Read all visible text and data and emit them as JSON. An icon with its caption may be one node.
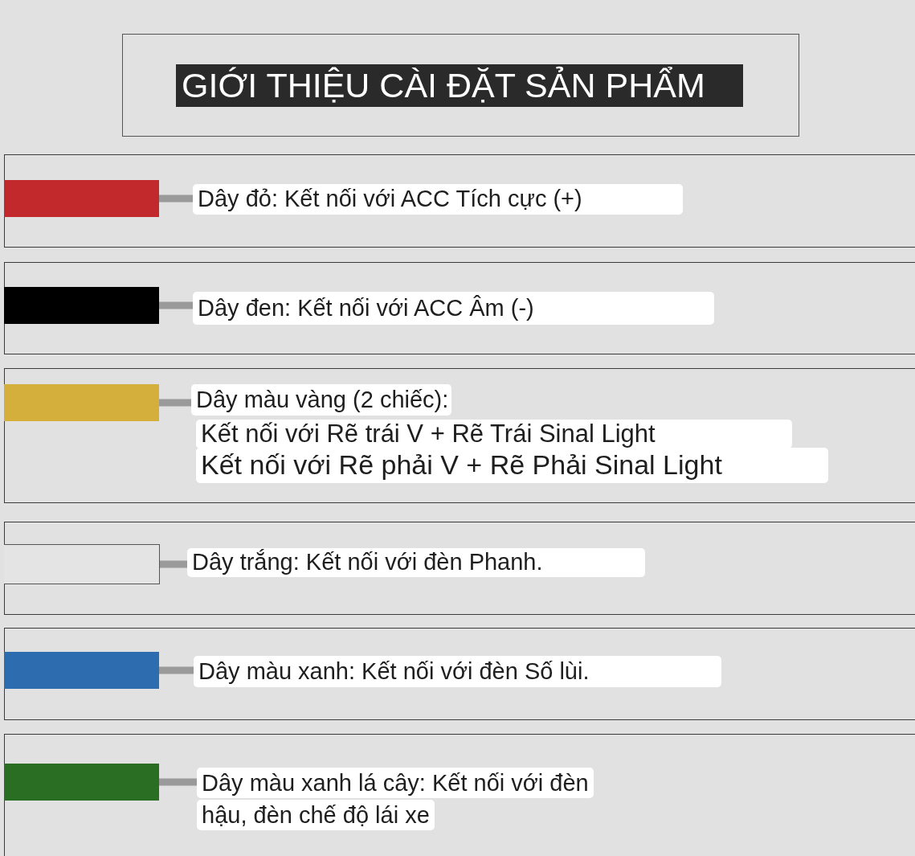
{
  "diagram": {
    "nodes": [
      {
        "text": [
          "GIỚI THIỆU CÀI ĐẶT SẢN PHẨM"
        ]
      },
      {
        "text": [],
        "shape": "box"
      },
      {
        "text": [],
        "shape": "bar",
        "in": 1
      },
      {
        "text": [
          "Dây đỏ: Kết nối với ACC Tích cực (+)"
        ],
        "in": 1
      },
      {
        "text": [],
        "shape": "box"
      },
      {
        "text": [],
        "shape": "bar",
        "in": 4
      },
      {
        "text": [
          "Dây đen: Kết nối với ACC Âm (-)"
        ],
        "in": 4
      },
      {
        "text": [],
        "shape": "box"
      },
      {
        "text": [],
        "shape": "bar",
        "in": 7
      },
      {
        "text": [
          "Dây màu vàng (2 chiếc):"
        ],
        "in": 7
      },
      {
        "text": [
          "Kết nối với Rẽ trái V + Rẽ Trái Sinal Light"
        ],
        "in": 7
      },
      {
        "text": [
          "Kết nối với Rẽ phải V + Rẽ Phải Sinal Light"
        ],
        "in": 7
      },
      {
        "text": [],
        "shape": "box"
      },
      {
        "text": [],
        "shape": "bar",
        "in": 12
      },
      {
        "text": [
          "Dây trắng: Kết nối với đèn Phanh."
        ],
        "in": 12
      },
      {
        "text": [],
        "shape": "box"
      },
      {
        "text": [],
        "shape": "bar",
        "in": 15
      },
      {
        "text": [
          "Dây màu xanh: Kết nối với đèn Số lùi."
        ],
        "in": 15
      },
      {
        "text": [],
        "shape": "box"
      },
      {
        "text": [],
        "shape": "bar",
        "in": 18
      },
      {
        "text": [
          "Dây màu xanh lá cây: Kết nối với đèn hậu, đèn chế độ lái xe"
        ],
        "in": 18
      }
    ],
    "edges": [
      {
        "from": 2,
        "to": 3,
        "arrow": "none"
      },
      {
        "from": 5,
        "to": 6,
        "arrow": "none"
      },
      {
        "from": 8,
        "to": 9,
        "arrow": "none"
      },
      {
        "from": 13,
        "to": 14,
        "arrow": "none"
      },
      {
        "from": 16,
        "to": 17,
        "arrow": "none"
      },
      {
        "from": 19,
        "to": 20,
        "arrow": "none"
      }
    ]
  }
}
